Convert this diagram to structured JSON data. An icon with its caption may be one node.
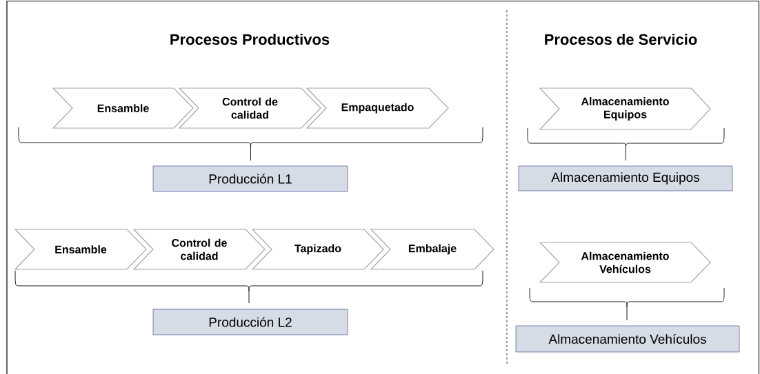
{
  "diagram": {
    "nodes": [
      {
        "text": [
          "Ensamble"
        ]
      },
      {
        "text": [
          "Control de calidad"
        ]
      },
      {
        "text": [
          "Empaquetado"
        ]
      },
      {
        "text": [
          "Producción L1"
        ]
      },
      {
        "text": [
          "Ensamble"
        ]
      },
      {
        "text": [
          "Control de calidad"
        ]
      },
      {
        "text": [
          "Tapizado"
        ]
      },
      {
        "text": [
          "Embalaje"
        ]
      },
      {
        "text": [
          "Producción L2"
        ]
      },
      {
        "text": [
          "Almacenamiento Equipos"
        ]
      },
      {
        "text": [
          "Almacenamiento Equipos"
        ]
      },
      {
        "text": [
          "Almacenamiento Vehículos"
        ]
      },
      {
        "text": [
          "Almacenamiento Vehículos"
        ]
      }
    ],
    "edges": [],
    "labels": [
      "Procesos Productivos",
      "Procesos de Servicio"
    ]
  }
}
